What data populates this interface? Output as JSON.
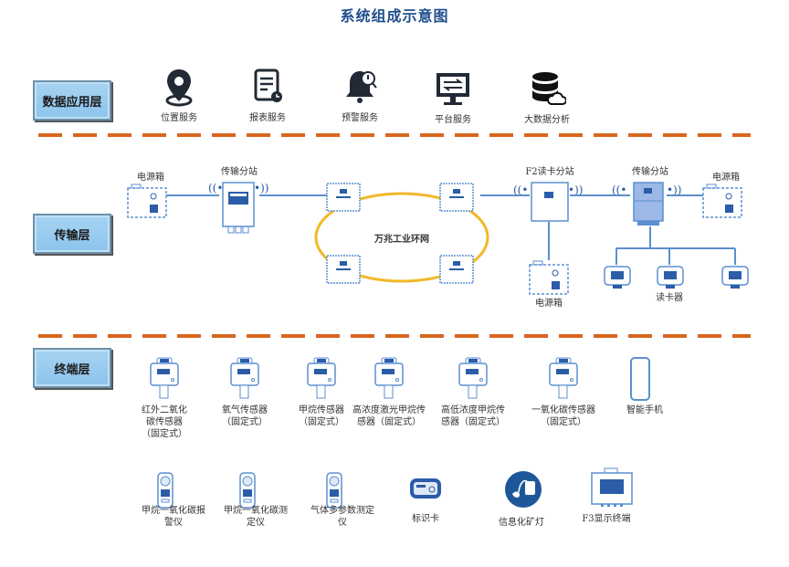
{
  "title": "系统组成示意图",
  "layers": {
    "app": {
      "label": "数据应用层"
    },
    "transport": {
      "label": "传输层"
    },
    "terminal": {
      "label": "终端层"
    }
  },
  "colors": {
    "accent_blue": "#1f4e8c",
    "device_blue": "#2b5ca8",
    "line_blue": "#5b8fd0",
    "ring_yellow": "#f2b82a",
    "divider_orange": "#d9651e",
    "layer_box": "#9ccbef"
  },
  "services": [
    {
      "label": "位置服务",
      "icon": "location-pin-icon"
    },
    {
      "label": "报表服务",
      "icon": "report-icon"
    },
    {
      "label": "预警服务",
      "icon": "alarm-bell-icon"
    },
    {
      "label": "平台服务",
      "icon": "monitor-platform-icon"
    },
    {
      "label": "大数据分析",
      "icon": "database-cloud-icon"
    }
  ],
  "transport": {
    "power_box_left": "电源箱",
    "station_left": "传输分站",
    "ring_label": "万兆工业环网",
    "f2_station": "F2读卡分站",
    "station_right": "传输分站",
    "power_box_right": "电源箱",
    "power_box_bottom": "电源箱",
    "card_reader": "读卡器"
  },
  "terminals_row1": [
    {
      "lines": [
        "红外二氧化",
        "碳传感器",
        "（固定式）"
      ]
    },
    {
      "lines": [
        "氧气传感器",
        "（固定式）"
      ]
    },
    {
      "lines": [
        "甲烷传感器",
        "（固定式）"
      ]
    },
    {
      "lines": [
        "高浓度激光甲烷传",
        "感器（固定式）"
      ]
    },
    {
      "lines": [
        "高低浓度甲烷传",
        "感器（固定式）"
      ]
    },
    {
      "lines": [
        "一氧化碳传感器",
        "（固定式）"
      ]
    },
    {
      "lines": [
        "智能手机"
      ]
    }
  ],
  "terminals_row2": [
    {
      "lines": [
        "甲烷一氧化碳报",
        "警仪"
      ]
    },
    {
      "lines": [
        "甲烷一氧化碳测",
        "定仪"
      ]
    },
    {
      "lines": [
        "气体多参数测定",
        "仪"
      ]
    },
    {
      "lines": [
        "标识卡"
      ]
    },
    {
      "lines": [
        "信息化矿灯"
      ]
    },
    {
      "lines": [
        "F3显示终端"
      ]
    }
  ]
}
